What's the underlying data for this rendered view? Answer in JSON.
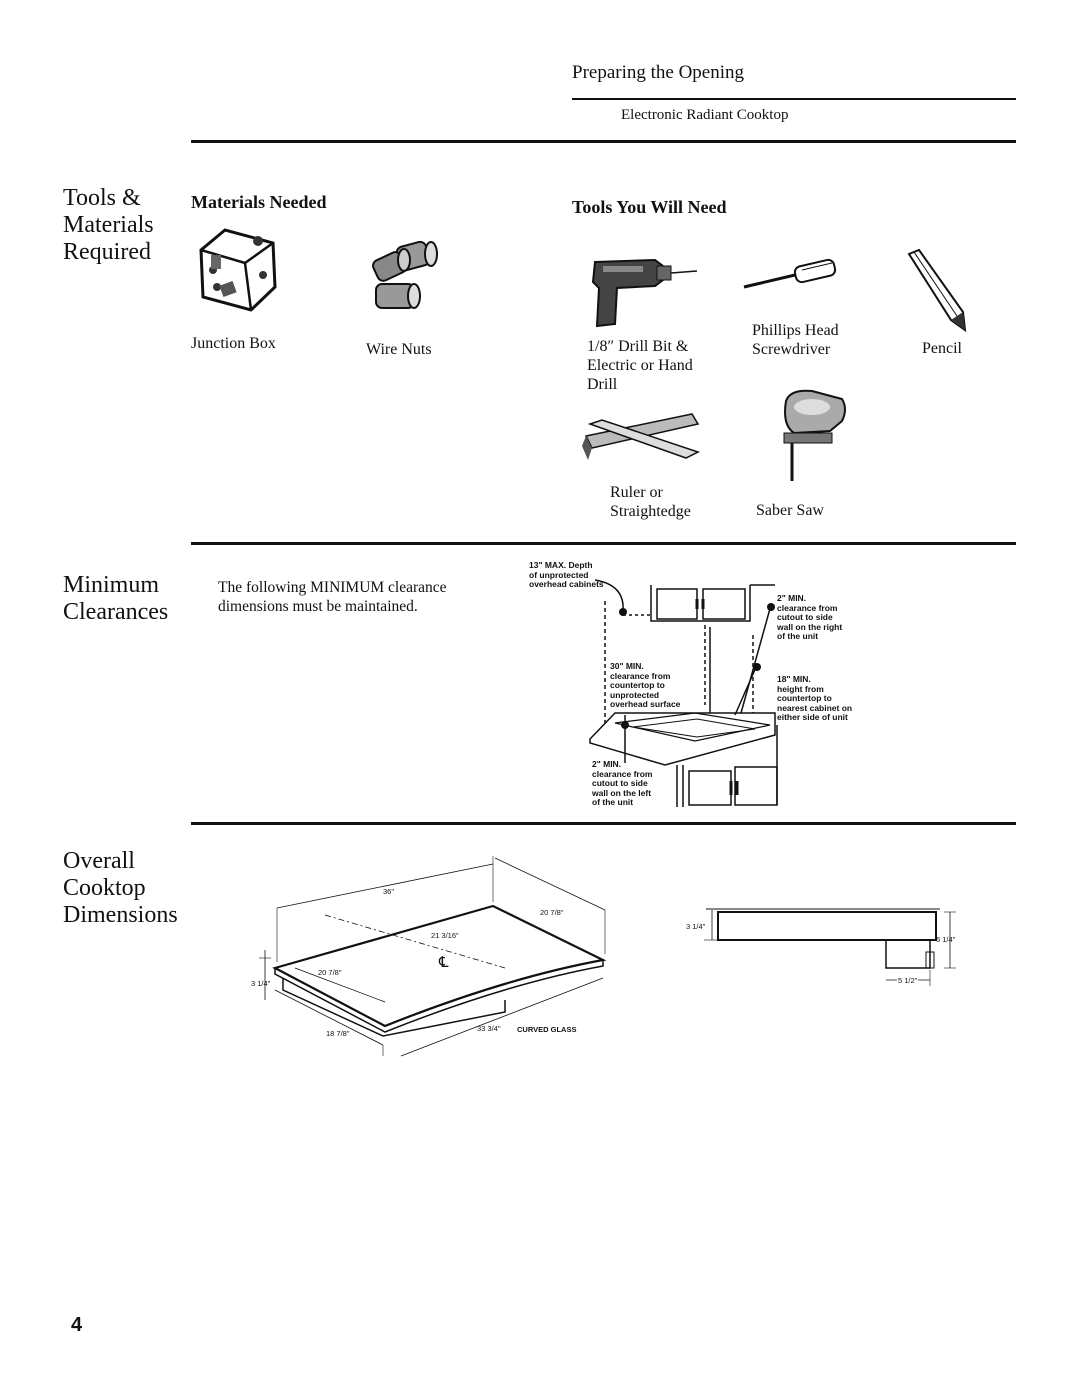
{
  "header": {
    "title": "Preparing the Opening",
    "subtitle": "Electronic Radiant Cooktop"
  },
  "tools_section": {
    "title": "Tools &\nMaterials\nRequired",
    "materials_heading": "Materials Needed",
    "tools_heading": "Tools You Will Need",
    "materials": [
      {
        "label": "Junction Box",
        "icon": "junction-box-icon"
      },
      {
        "label": "Wire Nuts",
        "icon": "wire-nuts-icon"
      }
    ],
    "tools": [
      {
        "label": "1/8″ Drill Bit &\nElectric or Hand\nDrill",
        "icon": "drill-icon"
      },
      {
        "label": "Phillips  Head\nScrewdriver",
        "icon": "screwdriver-icon"
      },
      {
        "label": "Pencil",
        "icon": "pencil-icon"
      },
      {
        "label": "Ruler or\nStraightedge",
        "icon": "ruler-icon"
      },
      {
        "label": "Saber Saw",
        "icon": "saber-saw-icon"
      }
    ]
  },
  "clearances_section": {
    "title": "Minimum\nClearances",
    "description": "The following MINIMUM clearance\ndimensions must be maintained.",
    "callouts": {
      "overhead_depth": "13\" MAX. Depth\nof unprotected\noverhead cabinets",
      "right_wall": "2\" MIN.\nclearance from\ncutout to side\nwall on the right\nof the unit",
      "overhead_surface": "30\" MIN.\nclearance from\ncountertop to\nunprotected\noverhead surface",
      "side_cabinet": "18\" MIN.\nheight from\ncountertop to\nnearest cabinet on\neither side of unit",
      "left_wall": "2\" MIN.\nclearance from\ncutout to side\nwall on the left\nof the unit"
    }
  },
  "dimensions_section": {
    "title": "Overall\nCooktop\nDimensions",
    "top_view": {
      "width": "36\"",
      "depth_right": "20 7/8\"",
      "center_depth": "21 3/16\"",
      "depth_left": "20 7/8\"",
      "height": "3 1/4\"",
      "base_depth": "18 7/8\"",
      "base_width": "33 3/4\"",
      "glass_note": "CURVED GLASS",
      "centerline": "℄"
    },
    "side_view": {
      "top_height": "3 1/4\"",
      "total_height": "6 1/4\"",
      "box_width": "5 1/2\""
    }
  },
  "page_number": "4"
}
